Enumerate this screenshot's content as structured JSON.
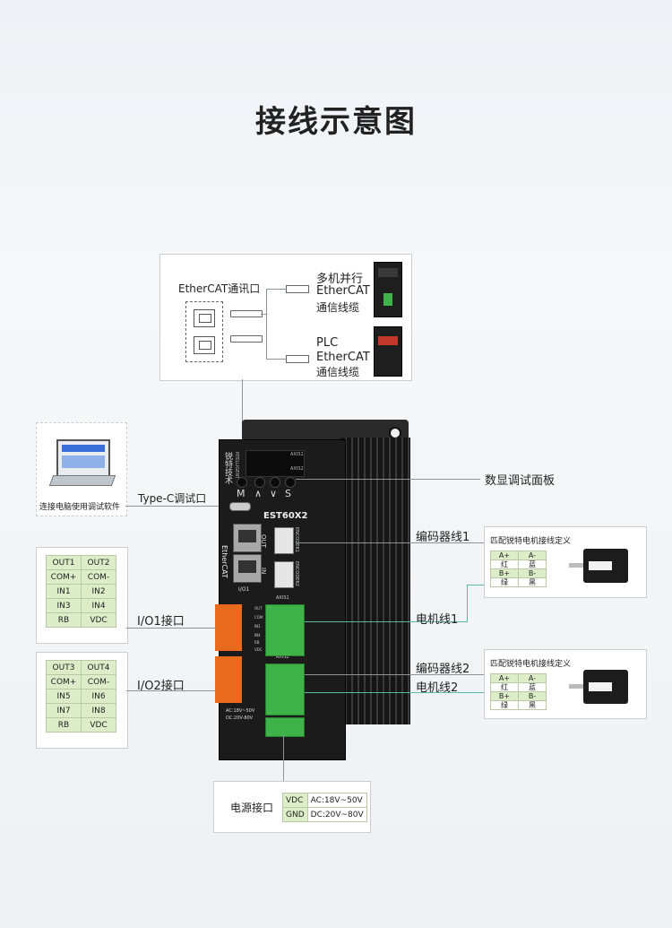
{
  "title": "接线示意图",
  "ethercat": {
    "port_label": "EtherCAT通讯口",
    "multi_lines": [
      "多机并行",
      "EtherCAT",
      "通信线缆"
    ],
    "plc_lines": [
      "PLC",
      "EtherCAT",
      "通信线缆"
    ]
  },
  "software": {
    "label": "连接电脑使用调试软件"
  },
  "callouts": {
    "typec": "Type-C调试口",
    "panel": "数显调试面板",
    "encoder1": "编码器线1",
    "motor1": "电机线1",
    "encoder2": "编码器线2",
    "motor2": "电机线2",
    "io1": "I/O1接口",
    "io2": "I/O2接口",
    "power": "电源接口"
  },
  "io1_table": [
    [
      "OUT1",
      "OUT2"
    ],
    [
      "COM+",
      "COM-"
    ],
    [
      "IN1",
      "IN2"
    ],
    [
      "IN3",
      "IN4"
    ],
    [
      "RB",
      "VDC"
    ]
  ],
  "io2_table": [
    [
      "OUT3",
      "OUT4"
    ],
    [
      "COM+",
      "COM-"
    ],
    [
      "IN5",
      "IN6"
    ],
    [
      "IN7",
      "IN8"
    ],
    [
      "RB",
      "VDC"
    ]
  ],
  "motor_def": {
    "title": "匹配锐特电机接线定义",
    "rows": [
      [
        "A+",
        "A-"
      ],
      [
        "红",
        "蓝"
      ],
      [
        "B+",
        "B-"
      ],
      [
        "绿",
        "黑"
      ]
    ]
  },
  "power_table": [
    [
      "VDC",
      "AC:18V~50V"
    ],
    [
      "GND",
      "DC:20V~80V"
    ]
  ],
  "device": {
    "model": "EST60X2",
    "brand": "锐特技术",
    "brand_en": "RTELLIGENT",
    "ethercat_logo": "EtherCAT",
    "buttons": [
      "M",
      "∧",
      "∨",
      "S"
    ],
    "axis1": "AXIS1",
    "axis2": "AXIS2",
    "io1": "I/O1",
    "out": "OUT",
    "in": "IN",
    "encoder1_port": "ENCODER1",
    "encoder2_port": "ENCODER2",
    "axis1_conn": "AXIS1",
    "axis2_conn": "AXIS2",
    "voltage": [
      "AC:18V~50V",
      "DC:20V-80V"
    ],
    "io_pins": [
      "OUT",
      "COM",
      "IN1",
      "IN4",
      "RB",
      "VDC"
    ]
  }
}
